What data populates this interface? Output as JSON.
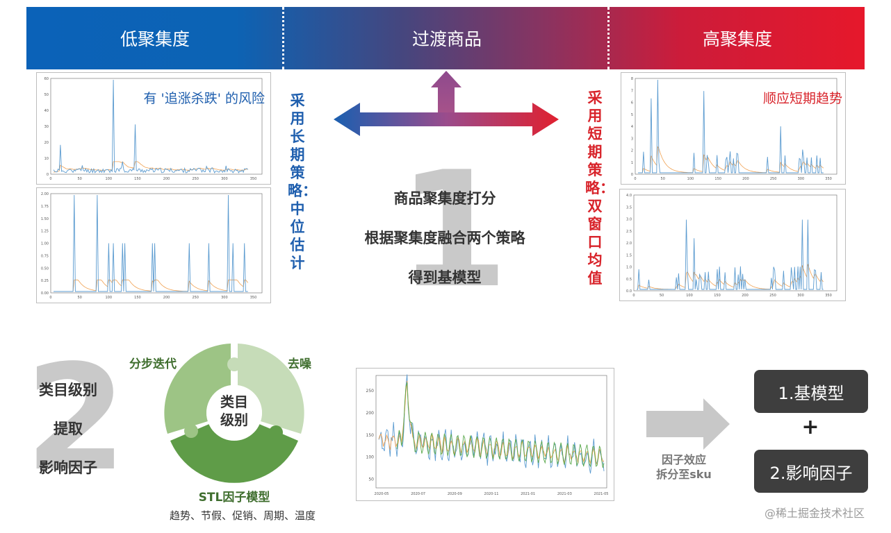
{
  "banner": {
    "left": "低聚集度",
    "middle": "过渡商品",
    "right": "高聚集度"
  },
  "left_panel": {
    "top_chart_annotation": "有 '追涨杀跌' 的风险",
    "vertical_label": "采用长期策略：中位估计"
  },
  "right_panel": {
    "top_chart_annotation": "顺应短期趋势",
    "vertical_label": "采用短期策略：双窗口均值"
  },
  "center": {
    "number": "1",
    "lines": [
      "商品聚集度打分",
      "根据聚集度融合两个策略",
      "得到基模型"
    ]
  },
  "step2": {
    "number": "2",
    "lines": [
      "类目级别",
      "提取",
      "影响因子"
    ]
  },
  "puzzle": {
    "center_label": "类目\n级别",
    "center_line1": "类目",
    "center_line2": "级别",
    "label_topleft": "分步迭代",
    "label_topright": "去噪",
    "label_bottom": "STL因子模型",
    "caption": "趋势、节假、促销、周期、温度"
  },
  "arrow_caption": {
    "line1": "因子效应",
    "line2": "拆分至sku"
  },
  "result": {
    "box1": "1.基模型",
    "plus": "+",
    "box2": "2.影响因子"
  },
  "watermark": "@稀土掘金技术社区",
  "colors": {
    "blue": "#1f5fae",
    "red": "#d8232a",
    "plot_blue": "#5b9bd0",
    "plot_orange": "#f0a050",
    "plot_green": "#59a84b",
    "puzzle_light": "#c6dcb8",
    "puzzle_mid": "#9dc485",
    "puzzle_dark": "#5f9c48"
  },
  "charts": {
    "tl": {
      "yticks": [
        "0",
        "10",
        "20",
        "30",
        "40",
        "50",
        "60"
      ],
      "xticks": [
        "0",
        "50",
        "100",
        "150",
        "200",
        "250",
        "300",
        "350"
      ]
    },
    "bl": {
      "yticks": [
        "0.00",
        "0.25",
        "0.50",
        "0.75",
        "1.00",
        "1.25",
        "1.50",
        "1.75",
        "2.00"
      ],
      "xticks": [
        "0",
        "50",
        "100",
        "150",
        "200",
        "250",
        "300",
        "350"
      ]
    },
    "tr": {
      "yticks": [
        "0",
        "1",
        "2",
        "3",
        "4",
        "5",
        "6",
        "7",
        "8"
      ],
      "xticks": [
        "0",
        "50",
        "100",
        "150",
        "200",
        "250",
        "300",
        "350"
      ]
    },
    "br": {
      "yticks": [
        "0.0",
        "0.5",
        "1.0",
        "1.5",
        "2.0",
        "2.5",
        "3.0",
        "3.5",
        "4.0"
      ],
      "xticks": [
        "0",
        "50",
        "100",
        "150",
        "200",
        "250",
        "300",
        "350"
      ]
    },
    "ts": {
      "yticks": [
        "50",
        "100",
        "150",
        "200",
        "250"
      ],
      "xticks": [
        "2020-05",
        "2020-07",
        "2020-09",
        "2020-11",
        "2021-01",
        "2021-03",
        "2021-05"
      ]
    }
  }
}
